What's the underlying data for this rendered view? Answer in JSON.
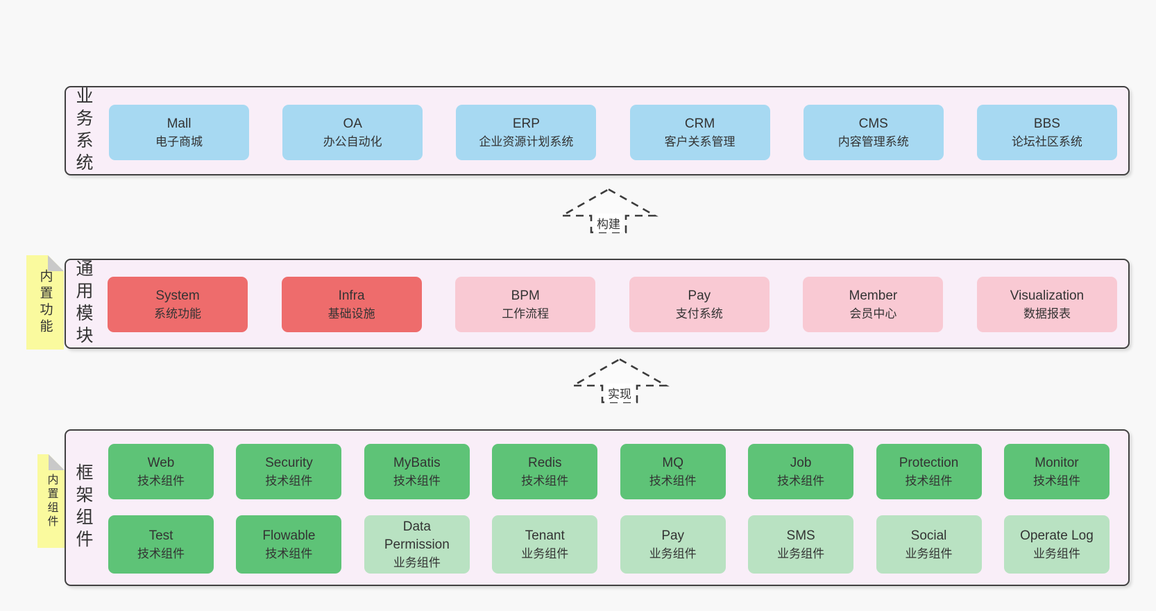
{
  "colors": {
    "page-bg": "#f8f8f8",
    "panel-bg": "#f9eef8",
    "panel-border": "#414141",
    "box-blue": "#a7d9f2",
    "box-red": "#ee6c6c",
    "box-pink": "#f9c9d3",
    "box-green": "#5ec377",
    "box-lightgreen": "#b9e2c2",
    "tag-yellow": "#fafa9e",
    "tag-fold": "#c9c9c9",
    "text": "#333333",
    "arrow-stroke": "#3c3c3c"
  },
  "sections": {
    "business": {
      "label": "业务系统",
      "boxes": [
        {
          "name": "Mall",
          "desc": "电子商城"
        },
        {
          "name": "OA",
          "desc": "办公自动化"
        },
        {
          "name": "ERP",
          "desc": "企业资源计划系统"
        },
        {
          "name": "CRM",
          "desc": "客户关系管理"
        },
        {
          "name": "CMS",
          "desc": "内容管理系统"
        },
        {
          "name": "BBS",
          "desc": "论坛社区系统"
        }
      ]
    },
    "modules": {
      "label": "通用模块",
      "tag": "内置功能",
      "boxes": [
        {
          "name": "System",
          "desc": "系统功能"
        },
        {
          "name": "Infra",
          "desc": "基础设施"
        },
        {
          "name": "BPM",
          "desc": "工作流程"
        },
        {
          "name": "Pay",
          "desc": "支付系统"
        },
        {
          "name": "Member",
          "desc": "会员中心"
        },
        {
          "name": "Visualization",
          "desc": "数据报表"
        }
      ]
    },
    "framework": {
      "label": "框架组件",
      "tag": "内置组件",
      "row1": [
        {
          "name": "Web",
          "desc": "技术组件"
        },
        {
          "name": "Security",
          "desc": "技术组件"
        },
        {
          "name": "MyBatis",
          "desc": "技术组件"
        },
        {
          "name": "Redis",
          "desc": "技术组件"
        },
        {
          "name": "MQ",
          "desc": "技术组件"
        },
        {
          "name": "Job",
          "desc": "技术组件"
        },
        {
          "name": "Protection",
          "desc": "技术组件"
        },
        {
          "name": "Monitor",
          "desc": "技术组件"
        }
      ],
      "row2": [
        {
          "name": "Test",
          "desc": "技术组件"
        },
        {
          "name": "Flowable",
          "desc": "技术组件"
        },
        {
          "name": "Data\nPermission",
          "desc": "业务组件"
        },
        {
          "name": "Tenant",
          "desc": "业务组件"
        },
        {
          "name": "Pay",
          "desc": "业务组件"
        },
        {
          "name": "SMS",
          "desc": "业务组件"
        },
        {
          "name": "Social",
          "desc": "业务组件"
        },
        {
          "name": "Operate Log",
          "desc": "业务组件"
        }
      ]
    }
  },
  "arrows": {
    "build": "构建",
    "implement": "实现"
  }
}
